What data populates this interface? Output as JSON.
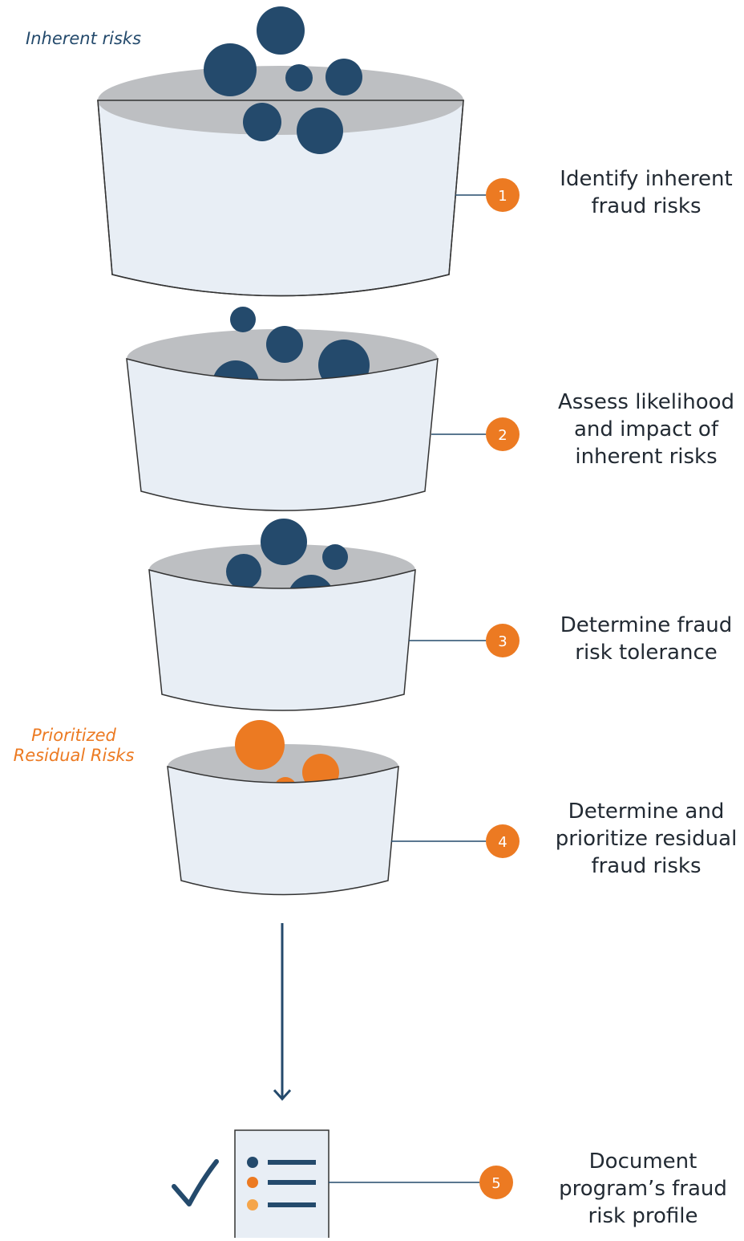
{
  "labels": {
    "inherent": "Inherent risks",
    "prioritized": "Prioritized\nResidual Risks"
  },
  "steps": [
    {
      "number": "1",
      "text": "Identify inherent\nfraud risks"
    },
    {
      "number": "2",
      "text": "Assess likelihood\nand impact of\ninherent risks"
    },
    {
      "number": "3",
      "text": "Determine fraud\nrisk tolerance"
    },
    {
      "number": "4",
      "text": "Determine and\nprioritize residual\nfraud risks"
    },
    {
      "number": "5",
      "text": "Document\nprogram’s fraud\nrisk profile"
    }
  ],
  "colors": {
    "navy": "#244a6c",
    "orange": "#ec7a22",
    "light_orange": "#f5a54a",
    "bucket_fill": "#e8eef5",
    "bucket_rim": "#bdbfc2",
    "stroke": "#333333"
  },
  "icons": [
    "checkmark-icon",
    "document-icon",
    "arrow-down-icon"
  ]
}
